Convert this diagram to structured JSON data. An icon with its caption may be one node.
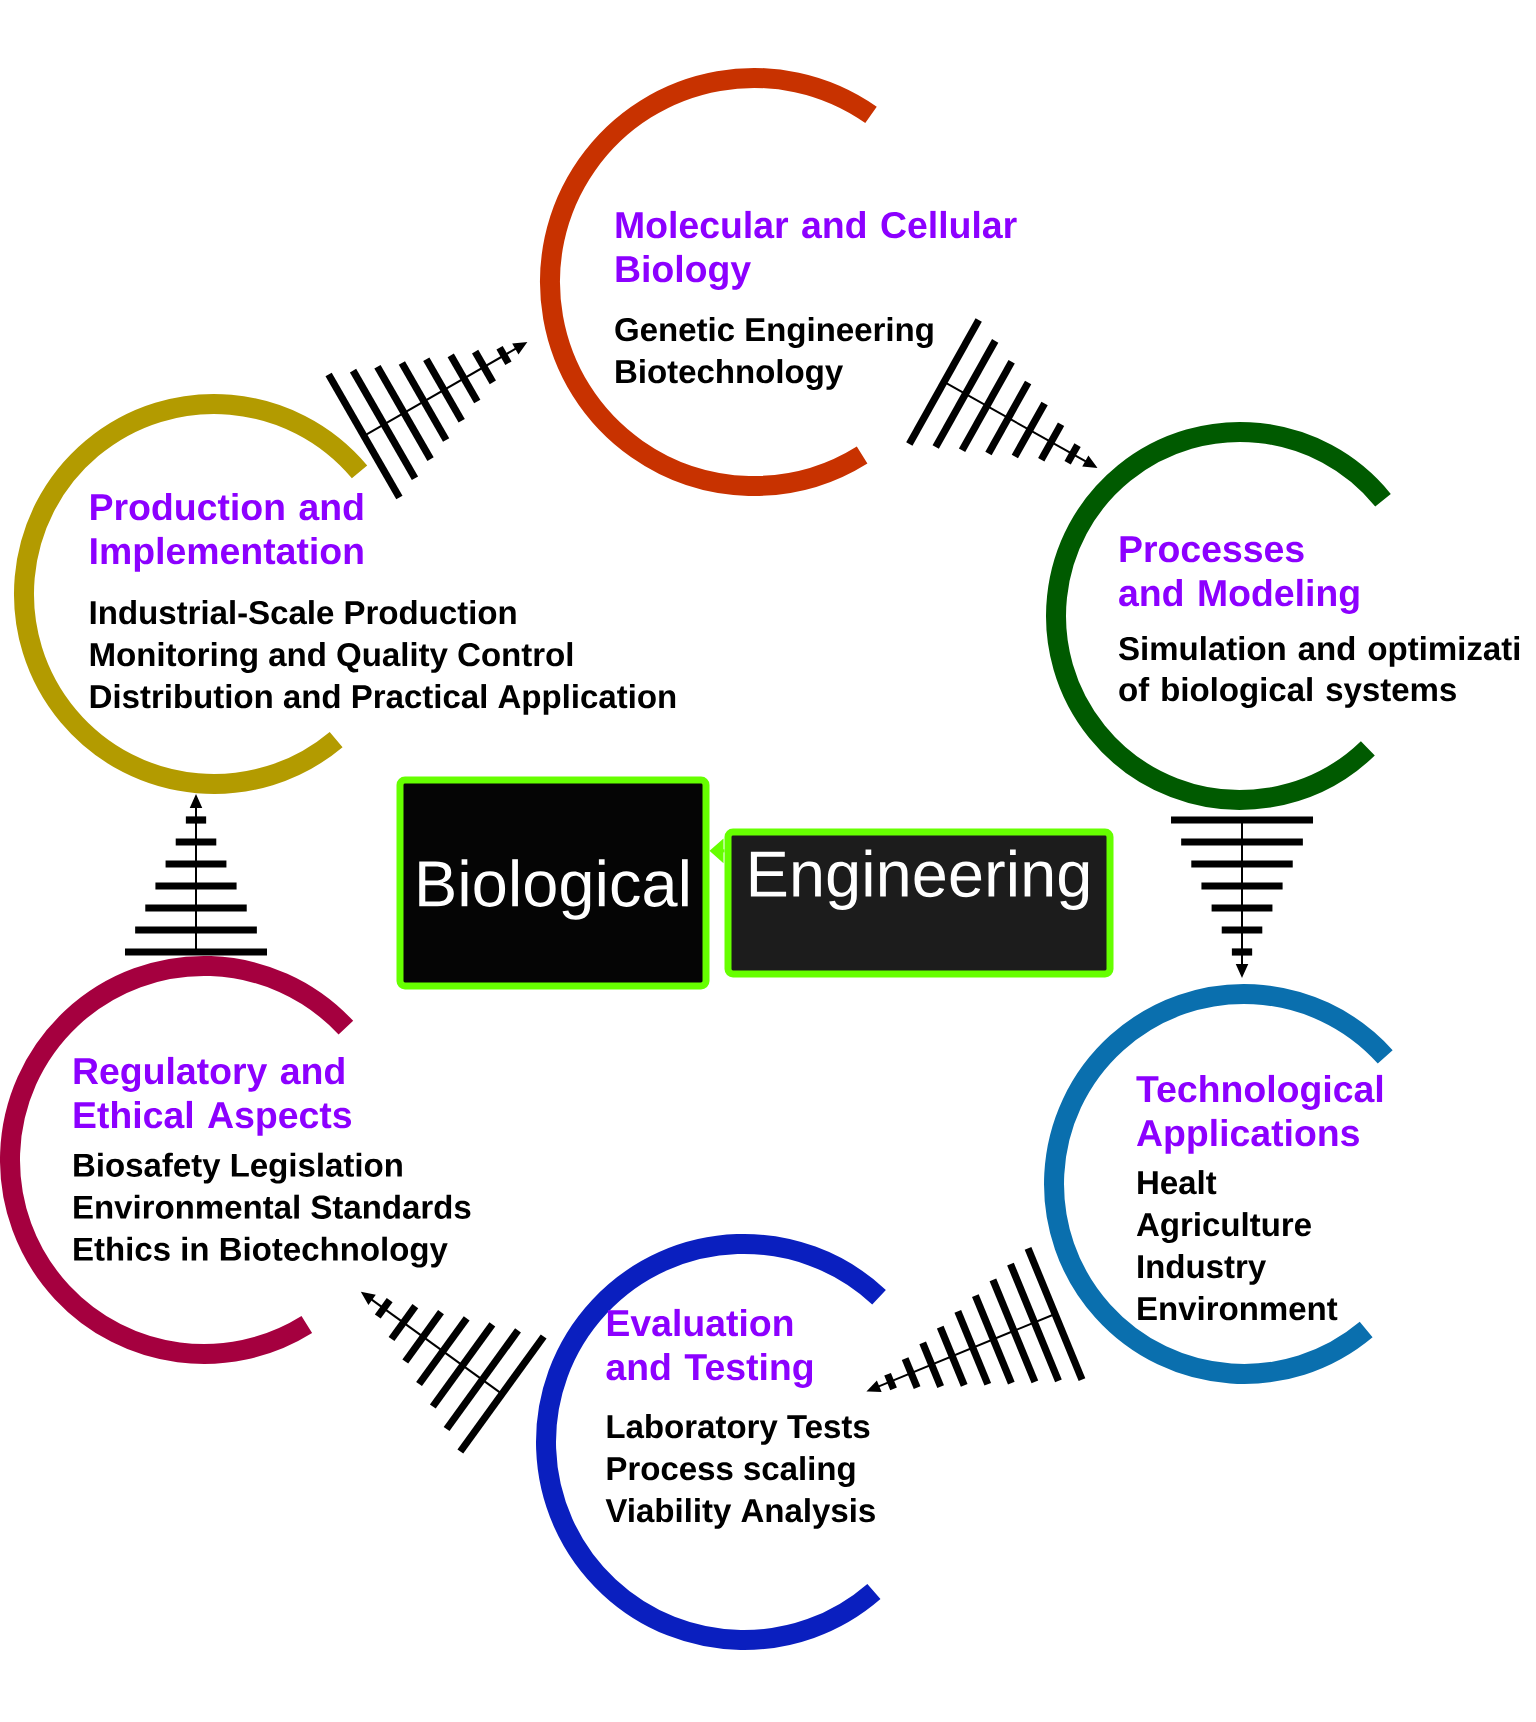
{
  "diagram": {
    "nodes": [
      {
        "text": [
          "Molecular and Cellular Biology",
          "Genetic Engineering",
          "Biotechnology"
        ]
      },
      {
        "text": [
          "Production and Implementation",
          "Industrial-Scale Production",
          "Monitoring and Quality Control",
          "Distribution and Practical Application"
        ]
      },
      {
        "text": [
          "Processes and Modeling",
          "Simulation and optimizati of biological systems"
        ]
      },
      {
        "text": [
          "Biological"
        ]
      },
      {
        "text": [
          "Engineering"
        ]
      },
      {
        "text": [
          "Regulatory and Ethical Aspects",
          "Biosafety Legislation",
          "Environmental Standards",
          "Ethics in Biotechnology"
        ]
      },
      {
        "text": [
          "Technological Applications",
          "Healt",
          "Agriculture",
          "Industry",
          "Environment"
        ]
      },
      {
        "text": [
          "Evaluation and Testing",
          "Laboratory Tests",
          "Process scaling",
          "Viability Analysis"
        ]
      }
    ],
    "edges": [
      {
        "from": 1,
        "to": 0,
        "arrow": "to"
      },
      {
        "from": 0,
        "to": 2,
        "arrow": "to"
      },
      {
        "from": 2,
        "to": 6,
        "arrow": "to"
      },
      {
        "from": 6,
        "to": 7,
        "arrow": "to"
      },
      {
        "from": 7,
        "to": 5,
        "arrow": "to"
      },
      {
        "from": 5,
        "to": 1,
        "arrow": "to"
      },
      {
        "from": 4,
        "to": 3,
        "arrow": "to",
        "color": "#66ff00"
      }
    ]
  }
}
